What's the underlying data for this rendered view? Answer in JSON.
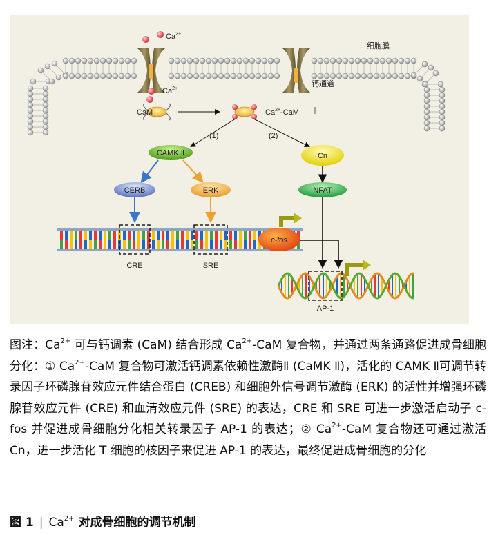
{
  "diagram": {
    "labels": {
      "membrane": "细胞膜",
      "channel": "钙通道",
      "ca_ion": "Ca",
      "charge": "2+",
      "cam": "CaM",
      "ca_cam": "-CaM",
      "path1": "(1)",
      "path2": "(2)",
      "camk": "CAMK Ⅱ",
      "cn": "Cn",
      "cerb": "CERB",
      "erk": "ERK",
      "nfat": "NFAT",
      "cfos": "c-fos",
      "cre": "CRE",
      "sre": "SRE",
      "ap1": "AP-1"
    },
    "colors": {
      "background": "#f2efe4",
      "membrane_head": "#e8e8e8",
      "channel": "#8a7b52",
      "ca_ion": "#e0404a",
      "camk": "#66b832",
      "cn": "#f1e51c",
      "cerb": "#5d79c6",
      "erk": "#f0a541",
      "nfat": "#33b04a",
      "cfos": "#f0581c",
      "arrow_blue": "#3a76c8",
      "arrow_orange": "#f0a030"
    }
  },
  "caption": {
    "line1_pre": "图注：Ca",
    "line1_sup": "2+",
    "line1_mid": " 可与钙调素 (CaM) 结合形成 Ca",
    "line1_sup2": "2+",
    "line1_post": "-CaM 复合物，并通过两条通路促进成骨细胞分化：① Ca",
    "line2_sup": "2+",
    "line2_post": "-CaM 复合物可激活钙调素依赖性激酶Ⅱ (CaMK Ⅱ)，活化的 CAMK Ⅱ可调节转录因子环磷腺苷效应元件结合蛋白 (CREB) 和细胞外信号调节激酶 (ERK) 的活性并增强环磷腺苷效应元件 (CRE) 和血清效应元件 (SRE) 的表达，CRE 和 SRE 可进一步激活启动子 c-fos 并促进成骨细胞分化相关转录因子 AP-1 的表达；② Ca",
    "line3_sup": "2+",
    "line3_post": "-CaM 复合物还可通过激活 Cn，进一步活化 T 细胞的核因子来促进 AP-1 的表达，最终促进成骨细胞的分化"
  },
  "figure_title": {
    "number": "图 1",
    "separator": "|",
    "ion": "Ca",
    "sup": "2+",
    "text": " 对成骨细胞的调节机制"
  }
}
